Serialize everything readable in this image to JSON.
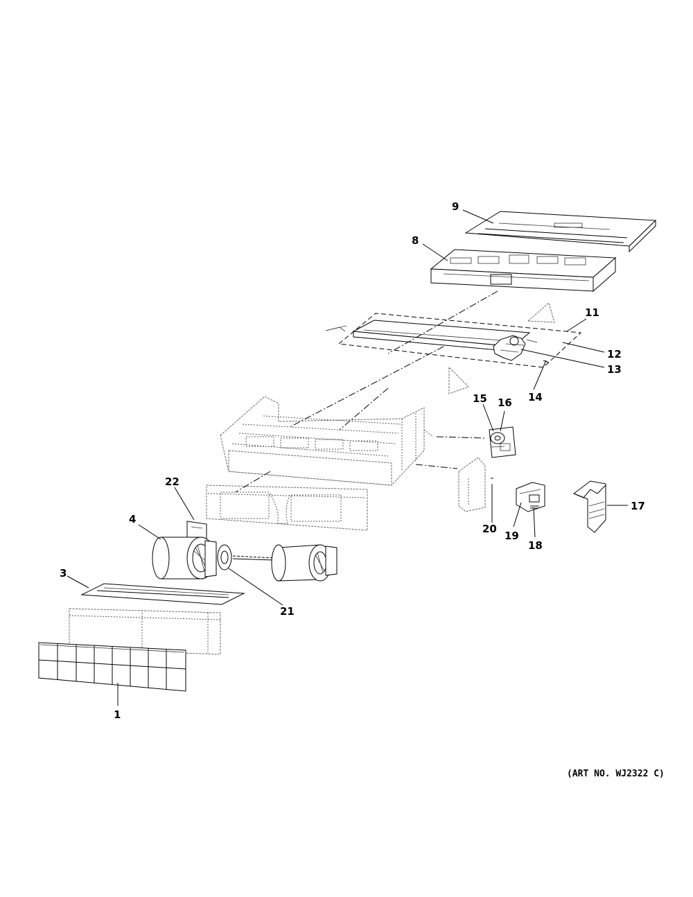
{
  "callouts": {
    "c1": "1",
    "c3": "3",
    "c4": "4",
    "c8": "8",
    "c9": "9",
    "c11": "11",
    "c12": "12",
    "c13": "13",
    "c14": "14",
    "c15": "15",
    "c16": "16",
    "c17": "17",
    "c18": "18",
    "c19": "19",
    "c20": "20",
    "c21": "21",
    "c22": "22"
  },
  "art_number": "(ART NO. WJ2322 C)"
}
